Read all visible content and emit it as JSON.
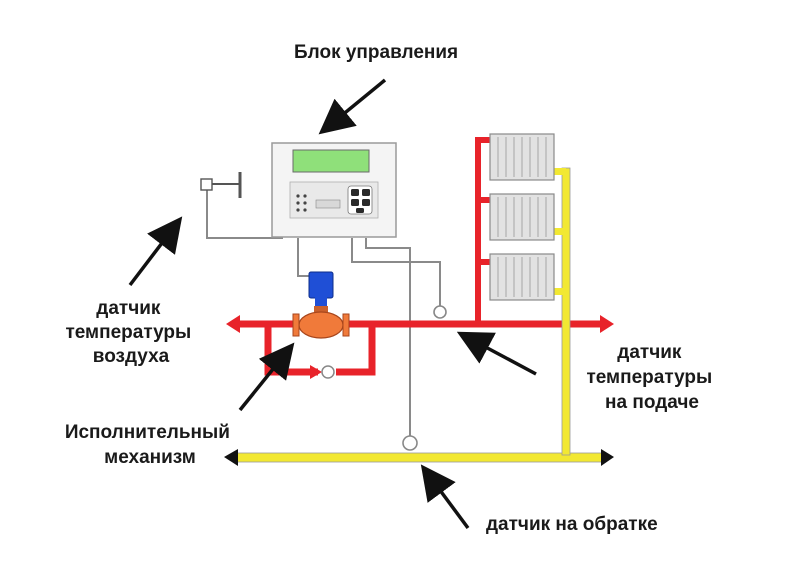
{
  "colors": {
    "supply_pipe": "#e8232a",
    "return_pipe": "#f2e832",
    "valve_body": "#f07a3a",
    "actuator": "#1f4fd6",
    "display": "#8fe07a",
    "wire": "#8a8a8a",
    "radiator": "#e2e2e2"
  },
  "labels": {
    "control_unit": "Блок управления",
    "air_sensor": [
      "датчик",
      "температуры",
      "воздуха"
    ],
    "actuator": [
      "Исполнительный",
      "механизм"
    ],
    "supply_sensor": [
      "датчик",
      "температуры",
      "на подаче"
    ],
    "return_sensor": "датчик на обратке"
  },
  "icons": [
    "arrow-icon",
    "thermometer-icon",
    "radiator-icon",
    "valve-icon",
    "sensor-icon"
  ]
}
